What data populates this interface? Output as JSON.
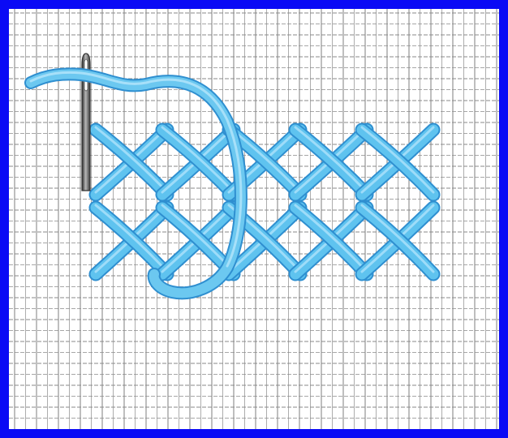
{
  "image": {
    "subject": "cross-stitch-embroidery-illustration",
    "colors": {
      "frame_border": "#0a0af5",
      "canvas_background": "#ffffff",
      "grid_line": "#8a8a8a",
      "thread_fill": "#5fc3ef",
      "thread_highlight": "#a9e1fa",
      "thread_shadow": "#2f8fd0",
      "needle_steel": "#4a4a4a"
    },
    "stitch_rows": 2,
    "crosses_top_row": 5,
    "crosses_bottom_row": 5,
    "icons": [
      "needle-icon",
      "thread-icon",
      "cross-stitch-icon"
    ]
  }
}
